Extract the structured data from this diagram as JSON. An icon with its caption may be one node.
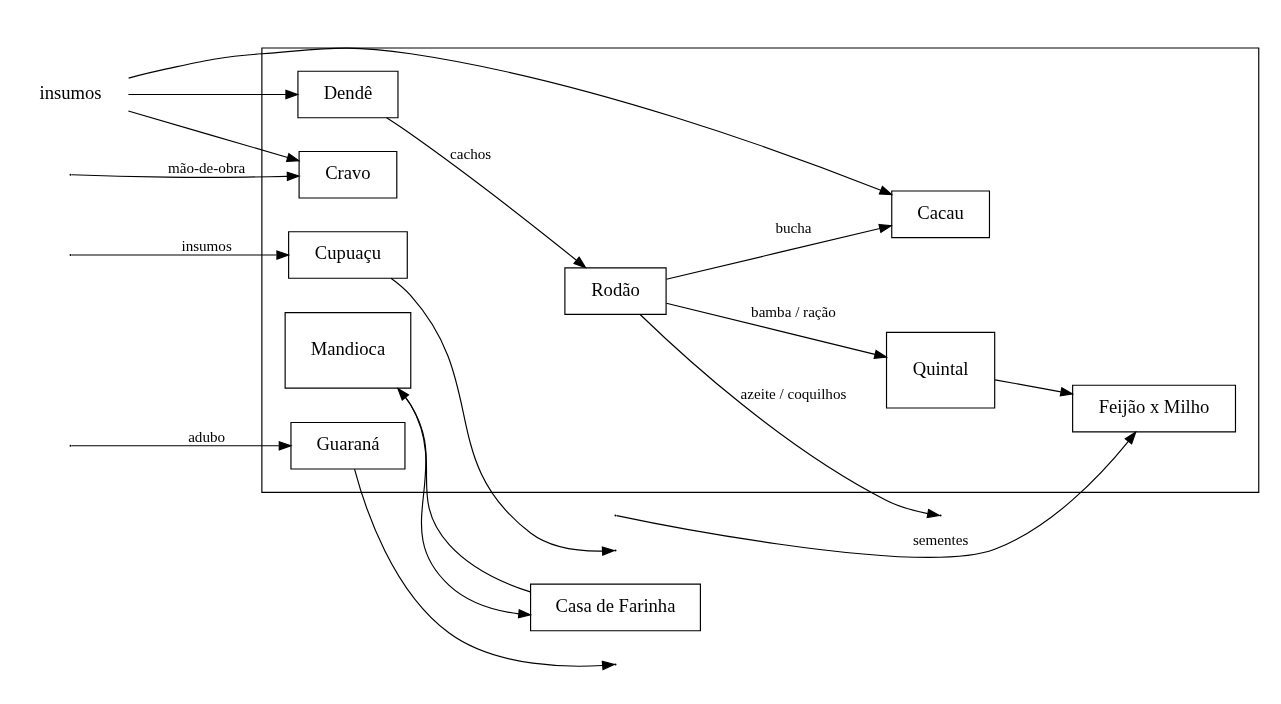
{
  "diagram": {
    "nodes": [
      {
        "text": [],
        "shape": "box"
      },
      {
        "text": [
          "Cravo"
        ],
        "in": 0
      },
      {
        "text": [
          "Guaraná"
        ],
        "in": 0
      },
      {
        "text": [
          "Mandioca"
        ],
        "in": 0
      },
      {
        "text": [
          "Casa de Farinha"
        ]
      },
      {
        "text": [
          "insumos"
        ]
      },
      {
        "text": [
          "Dendê"
        ],
        "in": 0
      },
      {
        "text": [
          "Rodão"
        ],
        "in": 0
      },
      {
        "text": [
          "Cupuaçu"
        ],
        "in": 0
      },
      {
        "text": [
          "Quintal"
        ],
        "in": 0
      },
      {
        "text": [
          "Feijão x Milho"
        ],
        "in": 0
      },
      {
        "text": [
          "Cacau"
        ],
        "in": 0
      }
    ],
    "edges": [
      {
        "from": null,
        "to": 1,
        "arrow": "to",
        "label": "mão-de-obra"
      },
      {
        "from": 2,
        "to": null,
        "arrow": "to"
      },
      {
        "from": null,
        "to": 2,
        "arrow": "to",
        "label": "adubo"
      },
      {
        "from": 3,
        "to": 4,
        "arrow": "to"
      },
      {
        "from": 4,
        "to": 3,
        "arrow": "to"
      },
      {
        "from": 5,
        "to": 1,
        "arrow": "to"
      },
      {
        "from": 5,
        "to": 6,
        "arrow": "to"
      },
      {
        "from": 5,
        "to": 11,
        "arrow": "to"
      },
      {
        "from": 6,
        "to": 7,
        "arrow": "to",
        "label": "cachos"
      },
      {
        "from": 7,
        "to": null,
        "arrow": "to",
        "label": "azeite / coquilhos"
      },
      {
        "from": 7,
        "to": 9,
        "arrow": "to",
        "label": "bamba / ração"
      },
      {
        "from": 8,
        "to": null,
        "arrow": "to"
      },
      {
        "from": null,
        "to": 8,
        "arrow": "to",
        "label": "insumos"
      },
      {
        "from": 7,
        "to": 11,
        "arrow": "to",
        "label": "bucha"
      },
      {
        "from": 9,
        "to": 10,
        "arrow": "to"
      },
      {
        "from": null,
        "to": 10,
        "arrow": "to",
        "label": "sementes"
      }
    ]
  }
}
